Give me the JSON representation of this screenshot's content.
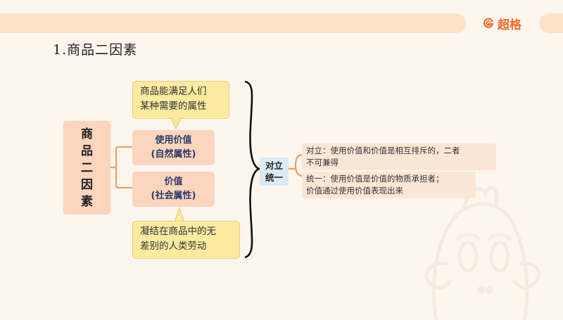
{
  "header": {
    "brand_name": "超格",
    "brand_icon": "g-logo-icon",
    "brand_color": "#ef6a2c"
  },
  "slide": {
    "title": "1.商品二因素"
  },
  "mindmap": {
    "root": {
      "chars": [
        "商",
        "品",
        "二",
        "因",
        "素"
      ]
    },
    "branches": [
      {
        "label": "使用价值",
        "sublabel": "(自然属性)",
        "callout": [
          "商品能满足人们",
          "某种需要的属性"
        ]
      },
      {
        "label": "价值",
        "sublabel": "(社会属性)",
        "callout": [
          "凝结在商品中的无",
          "差别的人类劳动"
        ]
      }
    ],
    "relation": {
      "line1": "对立",
      "line2": "统一"
    },
    "relation_details": [
      {
        "line1": "对立：使用价值和价值是相互排斥的，二者",
        "line2": "不可兼得"
      },
      {
        "line1": "统一：使用价值是价值的物质承担者；",
        "line2": "价值通过使用价值表现出来"
      }
    ]
  },
  "colors": {
    "background": "#fdf6ef",
    "header_bar": "#fde3c8",
    "node_fill": "#fbd5bd",
    "callout_fill": "#fbeaa0",
    "relation_fill": "#dbeaf3",
    "connector": "#f0a060"
  }
}
